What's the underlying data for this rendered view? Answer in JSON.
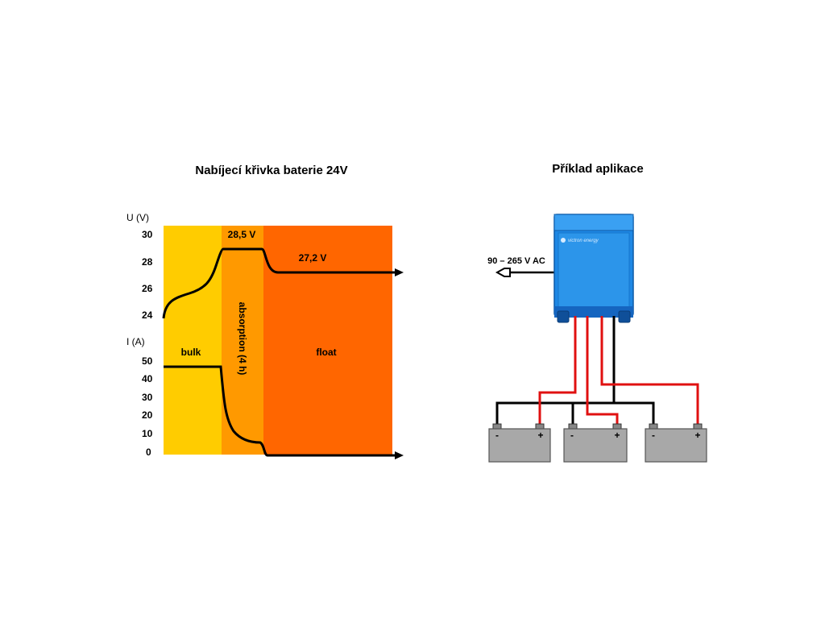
{
  "left_title": "Nabíjecí křivka baterie 24V",
  "right_title": "Příklad aplikace",
  "chart": {
    "u_axis_label": "U (V)",
    "u_ticks": [
      "30",
      "28",
      "26",
      "24"
    ],
    "i_axis_label": "I (A)",
    "i_ticks": [
      "50",
      "40",
      "30",
      "20",
      "10",
      "0"
    ],
    "phase_bulk": "bulk",
    "phase_absorption": "absorption (4 h)",
    "phase_float": "float",
    "absorption_voltage": "28,5 V",
    "float_voltage": "27,2 V",
    "colors": {
      "bulk": "#ffcc00",
      "absorption": "#ff9900",
      "float": "#ff6600"
    }
  },
  "application": {
    "ac_input": "90 – 265 V AC",
    "charger_brand": "victron energy",
    "batteries": [
      {
        "minus": "-",
        "plus": "+"
      },
      {
        "minus": "-",
        "plus": "+"
      },
      {
        "minus": "-",
        "plus": "+"
      }
    ]
  }
}
